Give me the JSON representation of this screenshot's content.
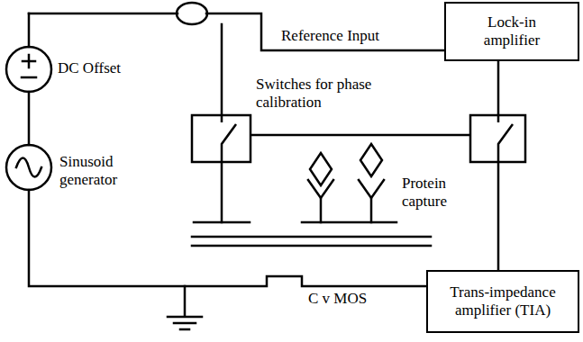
{
  "diagram": {
    "nodes": [
      {
        "text": [
          "Lock-in amplifier"
        ]
      },
      {
        "text": [
          "Trans-impedance amplifier (TIA)"
        ]
      }
    ],
    "edges": [
      {
        "from": 0,
        "to": 1,
        "arrow": "none"
      }
    ],
    "labels": [
      "Reference Input",
      "DC Offset",
      "Sinusoid generator",
      "Switches for phase calibration",
      "Protein capture",
      "C v MOS"
    ]
  }
}
